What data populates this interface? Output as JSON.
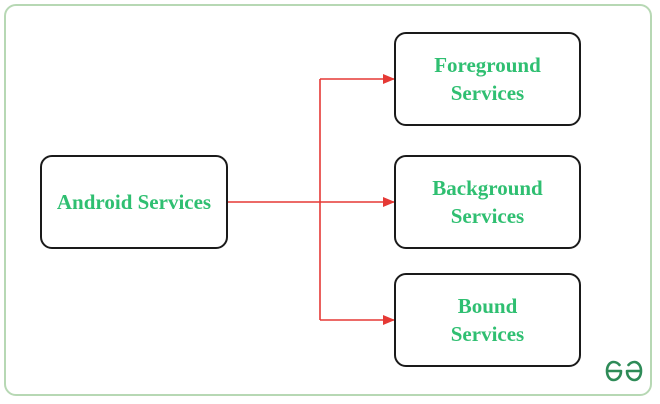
{
  "diagram": {
    "nodes": {
      "android": {
        "line1": "Android Services",
        "line2": ""
      },
      "foreground": {
        "line1": "Foreground",
        "line2": "Services"
      },
      "background": {
        "line1": "Background",
        "line2": "Services"
      },
      "bound": {
        "line1": "Bound",
        "line2": "Services"
      }
    },
    "edges": [
      {
        "from": "Android Services",
        "to": "Foreground Services"
      },
      {
        "from": "Android Services",
        "to": "Background Services"
      },
      {
        "from": "Android Services",
        "to": "Bound Services"
      }
    ],
    "colors": {
      "node_text": "#2fbf71",
      "node_border": "#1a1a1a",
      "arrow": "#e53935",
      "frame_border": "#b7d8b4",
      "logo": "#2e8b57"
    },
    "logo_icon": "geeksforgeeks-logo-icon"
  }
}
